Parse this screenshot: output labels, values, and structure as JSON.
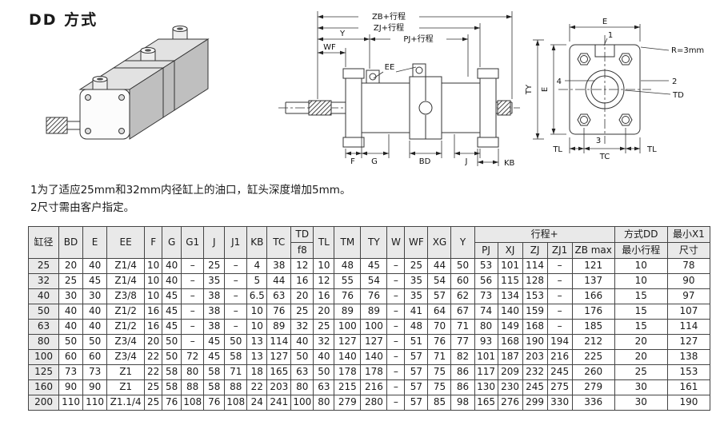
{
  "page": {
    "title": "DD 方式",
    "notes": [
      "1为了适应25mm和32mm内径缸上的油口，缸头深度增加5mm。",
      "2尺寸需由客户指定。"
    ]
  },
  "colors": {
    "ink": "#1a1a1a",
    "table_header_bg": "#e9e9e9",
    "table_border": "#444444"
  },
  "diagram": {
    "side": {
      "zb": "ZB+行程",
      "zj": "ZJ+行程",
      "pj": "PJ+行程",
      "y": "Y",
      "wf": "WF",
      "ee": "EE",
      "f": "F",
      "g": "G",
      "bd": "BD",
      "j": "J",
      "kb": "KB"
    },
    "end": {
      "e_top": "E",
      "r": "R=3mm",
      "ty": "TY",
      "e_left": "E",
      "n1": "1",
      "n2": "2",
      "n3": "3",
      "n4": "4",
      "td": "TD",
      "tl_left": "TL",
      "tc": "TC",
      "tl_right": "TL"
    }
  },
  "table": {
    "headers": {
      "bore": "缸径",
      "bd": "BD",
      "e": "E",
      "ee": "EE",
      "f": "F",
      "g": "G",
      "g1": "G1",
      "j": "J",
      "j1": "J1",
      "kb": "KB",
      "tc": "TC",
      "td": "TD",
      "td_sub": "f8",
      "tl": "TL",
      "tm": "TM",
      "ty": "TY",
      "w": "W",
      "wf": "WF",
      "xg": "XG",
      "y": "Y",
      "stroke_group": "行程+",
      "pj": "PJ",
      "xj": "XJ",
      "zj": "ZJ",
      "zj1": "ZJ1",
      "zb_max": "ZB max",
      "dd_top": "方式DD",
      "dd_sub": "最小行程",
      "x1_top": "最小X1",
      "x1_sub": "尺寸"
    },
    "rows": [
      [
        "25",
        "20",
        "40",
        "Z1/4",
        "10",
        "40",
        "–",
        "25",
        "–",
        "4",
        "38",
        "12",
        "10",
        "48",
        "45",
        "–",
        "25",
        "44",
        "50",
        "53",
        "101",
        "114",
        "–",
        "121",
        "10",
        "78"
      ],
      [
        "32",
        "25",
        "45",
        "Z1/4",
        "10",
        "40",
        "–",
        "35",
        "–",
        "5",
        "44",
        "16",
        "12",
        "55",
        "54",
        "–",
        "35",
        "54",
        "60",
        "56",
        "115",
        "128",
        "–",
        "137",
        "10",
        "90"
      ],
      [
        "40",
        "30",
        "30",
        "Z3/8",
        "10",
        "45",
        "–",
        "38",
        "–",
        "6.5",
        "63",
        "20",
        "16",
        "76",
        "76",
        "–",
        "35",
        "57",
        "62",
        "73",
        "134",
        "153",
        "–",
        "166",
        "15",
        "97"
      ],
      [
        "50",
        "40",
        "40",
        "Z1/2",
        "16",
        "45",
        "–",
        "38",
        "–",
        "10",
        "76",
        "25",
        "20",
        "89",
        "89",
        "–",
        "41",
        "64",
        "67",
        "74",
        "140",
        "159",
        "–",
        "176",
        "15",
        "107"
      ],
      [
        "63",
        "40",
        "40",
        "Z1/2",
        "16",
        "45",
        "–",
        "38",
        "–",
        "10",
        "89",
        "32",
        "25",
        "100",
        "100",
        "–",
        "48",
        "70",
        "71",
        "80",
        "149",
        "168",
        "–",
        "185",
        "15",
        "114"
      ],
      [
        "80",
        "50",
        "50",
        "Z3/4",
        "20",
        "50",
        "–",
        "45",
        "50",
        "13",
        "114",
        "40",
        "32",
        "127",
        "127",
        "–",
        "51",
        "76",
        "77",
        "93",
        "168",
        "190",
        "194",
        "212",
        "20",
        "127"
      ],
      [
        "100",
        "60",
        "60",
        "Z3/4",
        "22",
        "50",
        "72",
        "45",
        "58",
        "13",
        "127",
        "50",
        "40",
        "140",
        "140",
        "–",
        "57",
        "71",
        "82",
        "101",
        "187",
        "203",
        "216",
        "225",
        "20",
        "138"
      ],
      [
        "125",
        "73",
        "73",
        "Z1",
        "22",
        "58",
        "80",
        "58",
        "71",
        "18",
        "165",
        "63",
        "50",
        "178",
        "178",
        "–",
        "57",
        "75",
        "86",
        "117",
        "209",
        "232",
        "245",
        "260",
        "25",
        "153"
      ],
      [
        "160",
        "90",
        "90",
        "Z1",
        "25",
        "58",
        "88",
        "58",
        "88",
        "22",
        "203",
        "80",
        "63",
        "215",
        "216",
        "–",
        "57",
        "75",
        "86",
        "130",
        "230",
        "245",
        "275",
        "279",
        "30",
        "161"
      ],
      [
        "200",
        "110",
        "110",
        "Z1.1/4",
        "25",
        "76",
        "108",
        "76",
        "108",
        "24",
        "241",
        "100",
        "80",
        "279",
        "280",
        "–",
        "57",
        "85",
        "98",
        "165",
        "276",
        "299",
        "330",
        "336",
        "30",
        "190"
      ]
    ]
  }
}
